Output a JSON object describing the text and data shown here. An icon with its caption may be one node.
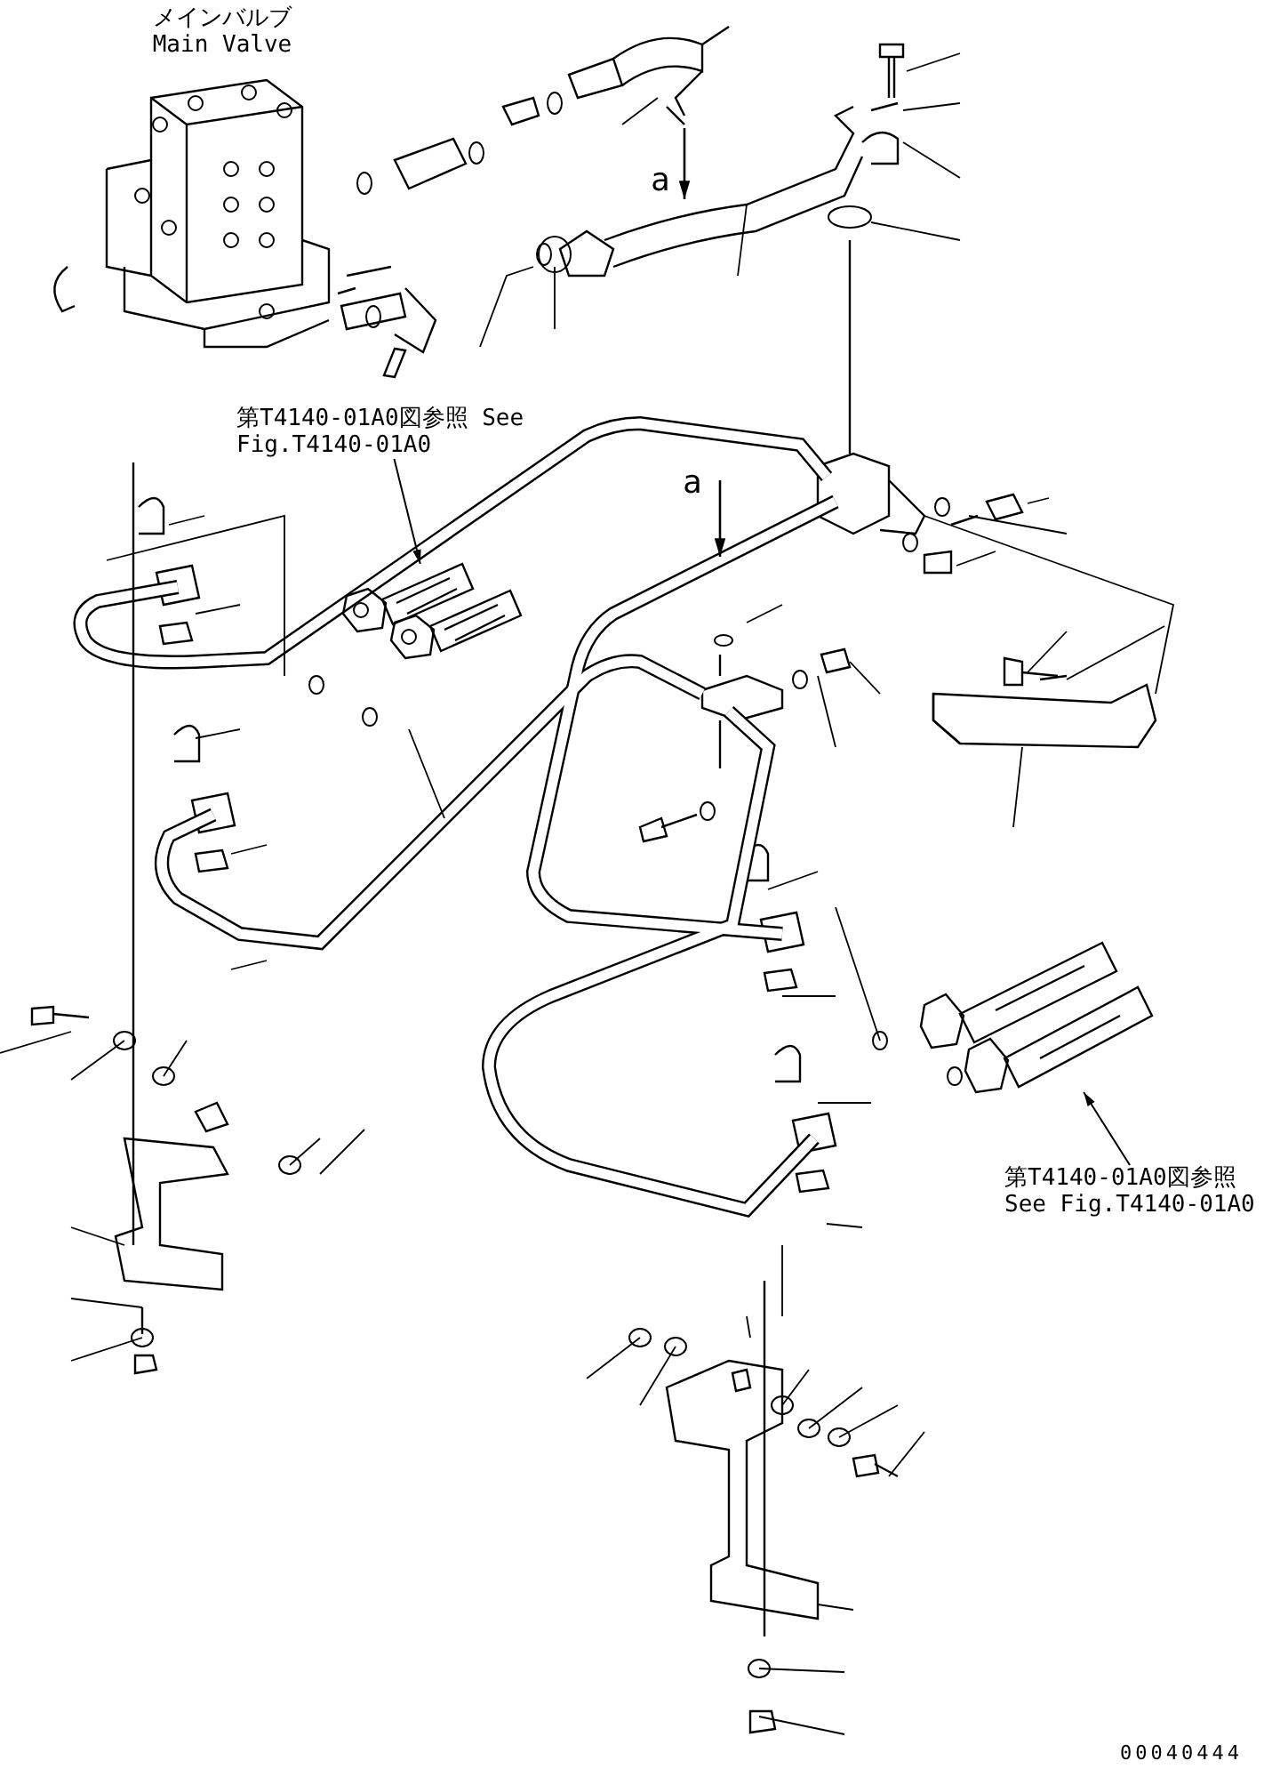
{
  "diagram": {
    "nodes": [
      {
        "text": [
          "第T4140-01A0図参照 See Fig.T4140-01A0"
        ]
      },
      {
        "text": [],
        "shape": "picture"
      },
      {
        "text": [],
        "shape": "picture"
      },
      {
        "text": [
          "第T4140-01A0図参照 See Fig.T4140-01A0"
        ]
      }
    ],
    "edges": [
      {
        "from": 0,
        "to": 1,
        "arrow": "to"
      },
      {
        "from": 3,
        "to": 2,
        "arrow": "to"
      }
    ],
    "labels": [
      "メインバルブ Main Valve",
      "a",
      "a",
      "00040444"
    ]
  }
}
